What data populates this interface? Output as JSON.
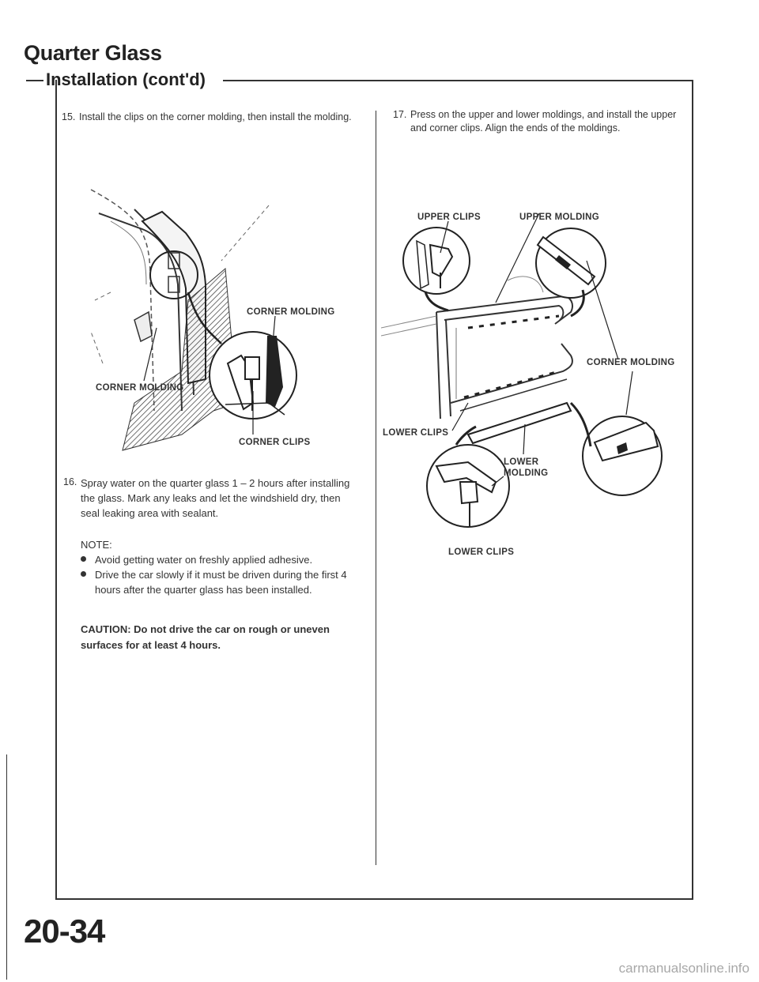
{
  "header": {
    "title": "Quarter Glass",
    "subtitle": "Installation (cont'd)"
  },
  "left_column": {
    "step15": {
      "number": "15.",
      "text": "Install the clips on the corner molding, then install the molding."
    },
    "figure1": {
      "label_corner_molding_top": "CORNER MOLDING",
      "label_corner_molding_left": "CORNER MOLDING",
      "label_corner_clips": "CORNER CLIPS"
    },
    "step16": {
      "number": "16.",
      "text": "Spray water on the quarter glass 1 – 2 hours after installing the glass. Mark any leaks and let the windshield dry, then seal leaking area with sealant."
    },
    "note": {
      "label": "NOTE:",
      "bullets": [
        "Avoid getting water on freshly applied adhesive.",
        "Drive the car slowly if it must be driven during the first 4 hours after the quarter glass has been installed."
      ]
    },
    "caution": "CAUTION: Do not drive the car on rough or uneven surfaces for at least 4 hours."
  },
  "right_column": {
    "step17": {
      "number": "17.",
      "text": "Press on the upper and lower moldings, and install the upper and corner clips. Align the ends of the moldings."
    },
    "figure2": {
      "label_upper_clips": "UPPER CLIPS",
      "label_upper_molding": "UPPER MOLDING",
      "label_corner_molding": "CORNER MOLDING",
      "label_lower_clips_top": "LOWER CLIPS",
      "label_lower_molding": "LOWER MOLDING",
      "label_lower_clips_bottom": "LOWER CLIPS"
    }
  },
  "footer": {
    "page_number": "20-34",
    "watermark": "carmanualsonline.info"
  }
}
